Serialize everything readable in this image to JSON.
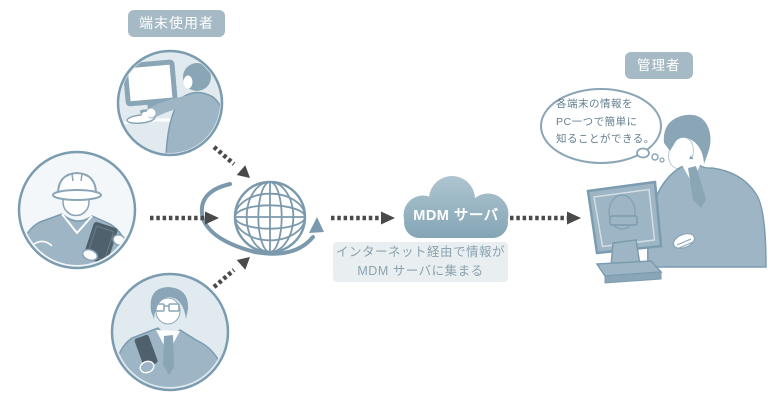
{
  "labels": {
    "device_users": "端末使用者",
    "admin": "管理者"
  },
  "mdm_cloud": {
    "label": "MDM サーバ"
  },
  "info_note": {
    "line1": "インターネット経由で情報が",
    "line2": "MDM サーバに集まる"
  },
  "thought_bubble": {
    "line1": "各端末の情報を",
    "line2": "PC一つで簡単に",
    "line3": "知ることができる。"
  },
  "icons": {
    "desktop_user": "desktop-pc-user-icon",
    "field_worker": "hardhat-worker-tablet-icon",
    "mobile_user": "businessman-smartphone-icon",
    "internet": "globe-internet-icon",
    "mdm_server": "cloud-server-icon",
    "admin": "admin-at-monitor-icon",
    "flow": "dotted-arrow-icon"
  },
  "colors": {
    "background": "#ffffff",
    "label_bg": "#a6bac5",
    "label_text": "#ffffff",
    "circle_fill": "#e0eaef",
    "circle_fill_light": "#f3f7f9",
    "outline": "#7b9cb0",
    "person_fill": "#9db5c4",
    "person_dark": "#8aa5b6",
    "device_dark": "#4e616c",
    "arrow": "#4a4a4a",
    "cloud_top": "#aec5d0",
    "cloud_bottom": "#83a4b5",
    "cloud_text": "#ffffff",
    "info_bg": "#e9eef0",
    "info_text": "#8aa3b0",
    "bubble_text": "#64808f",
    "globe": "#7b99ac"
  }
}
